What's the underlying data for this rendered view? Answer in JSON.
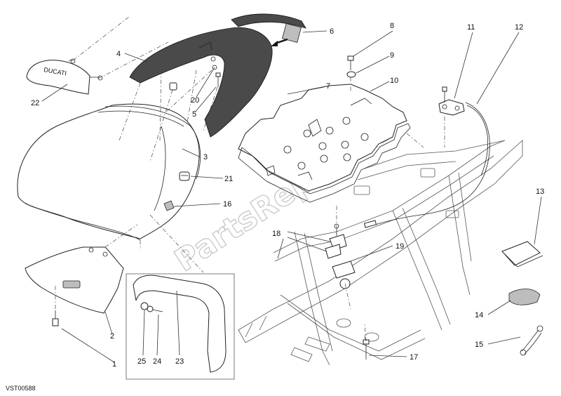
{
  "diagram": {
    "callouts": [
      {
        "id": "1",
        "text": "1"
      },
      {
        "id": "2",
        "text": "2"
      },
      {
        "id": "3",
        "text": "3"
      },
      {
        "id": "4",
        "text": "4"
      },
      {
        "id": "5",
        "text": "5"
      },
      {
        "id": "6",
        "text": "6"
      },
      {
        "id": "7",
        "text": "7"
      },
      {
        "id": "8",
        "text": "8"
      },
      {
        "id": "9",
        "text": "9"
      },
      {
        "id": "10",
        "text": "10"
      },
      {
        "id": "11",
        "text": "11"
      },
      {
        "id": "12",
        "text": "12"
      },
      {
        "id": "13",
        "text": "13"
      },
      {
        "id": "14",
        "text": "14"
      },
      {
        "id": "15",
        "text": "15"
      },
      {
        "id": "16",
        "text": "16"
      },
      {
        "id": "17",
        "text": "17"
      },
      {
        "id": "18",
        "text": "18"
      },
      {
        "id": "19",
        "text": "19"
      },
      {
        "id": "20",
        "text": "20"
      },
      {
        "id": "21",
        "text": "21"
      },
      {
        "id": "22",
        "text": "22"
      },
      {
        "id": "23",
        "text": "23"
      },
      {
        "id": "24",
        "text": "24"
      },
      {
        "id": "25",
        "text": "25"
      }
    ],
    "drawing_code": "VST00588",
    "watermark": "PartsRepublik",
    "seat_badge": "DUCATI"
  },
  "colors": {
    "line": "#222222",
    "watermark": "#c8c8c8",
    "hatch": "#4a4a4a"
  }
}
